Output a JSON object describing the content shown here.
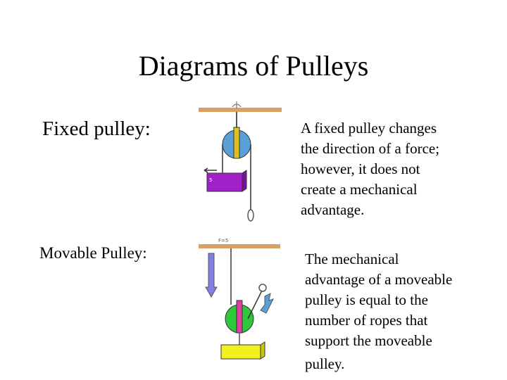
{
  "title": "Diagrams of Pulleys",
  "fixed": {
    "label": "Fixed pulley:",
    "description_lines": [
      "A fixed pulley changes",
      "the direction of a force;",
      "however, it does not",
      "create a mechanical",
      "advantage."
    ]
  },
  "movable": {
    "label": "Movable Pulley:",
    "description_lines": [
      "The mechanical",
      "advantage of a moveable",
      "pulley is equal to the",
      "number of ropes that",
      "support the moveable",
      "pulley."
    ]
  },
  "colors": {
    "beam": "#d9a066",
    "fixed_wheel": "#5aa0d8",
    "fixed_load": "#a020c8",
    "movable_wheel": "#2ec83a",
    "movable_load": "#f0f020",
    "axle": "#e040a0",
    "arrow": "#8080e0",
    "hand": "#5aa0d8"
  }
}
